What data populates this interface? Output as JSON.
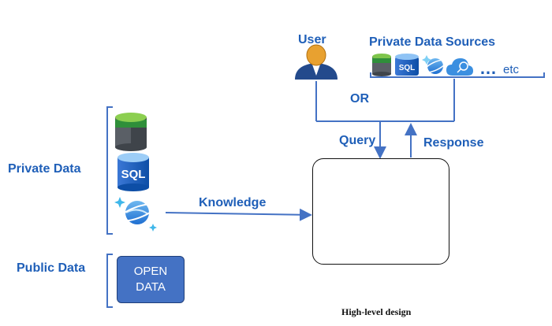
{
  "labels": {
    "user": "User",
    "private_sources": "Private Data Sources",
    "etc": "etc",
    "ellipsis": "…",
    "or": "OR",
    "query": "Query",
    "response": "Response",
    "private_data": "Private Data",
    "public_data": "Public Data",
    "knowledge": "Knowledge",
    "caption": "High-level design"
  },
  "open_data": {
    "line1": "OPEN",
    "line2": "DATA"
  },
  "icons": {
    "sql_text": "SQL",
    "code_text": "</>"
  },
  "colors": {
    "label_blue": "#1f5fb8",
    "arrow_blue": "#4472c4",
    "open_data_fill": "#4472c4",
    "bracket_blue": "#4472c4"
  }
}
